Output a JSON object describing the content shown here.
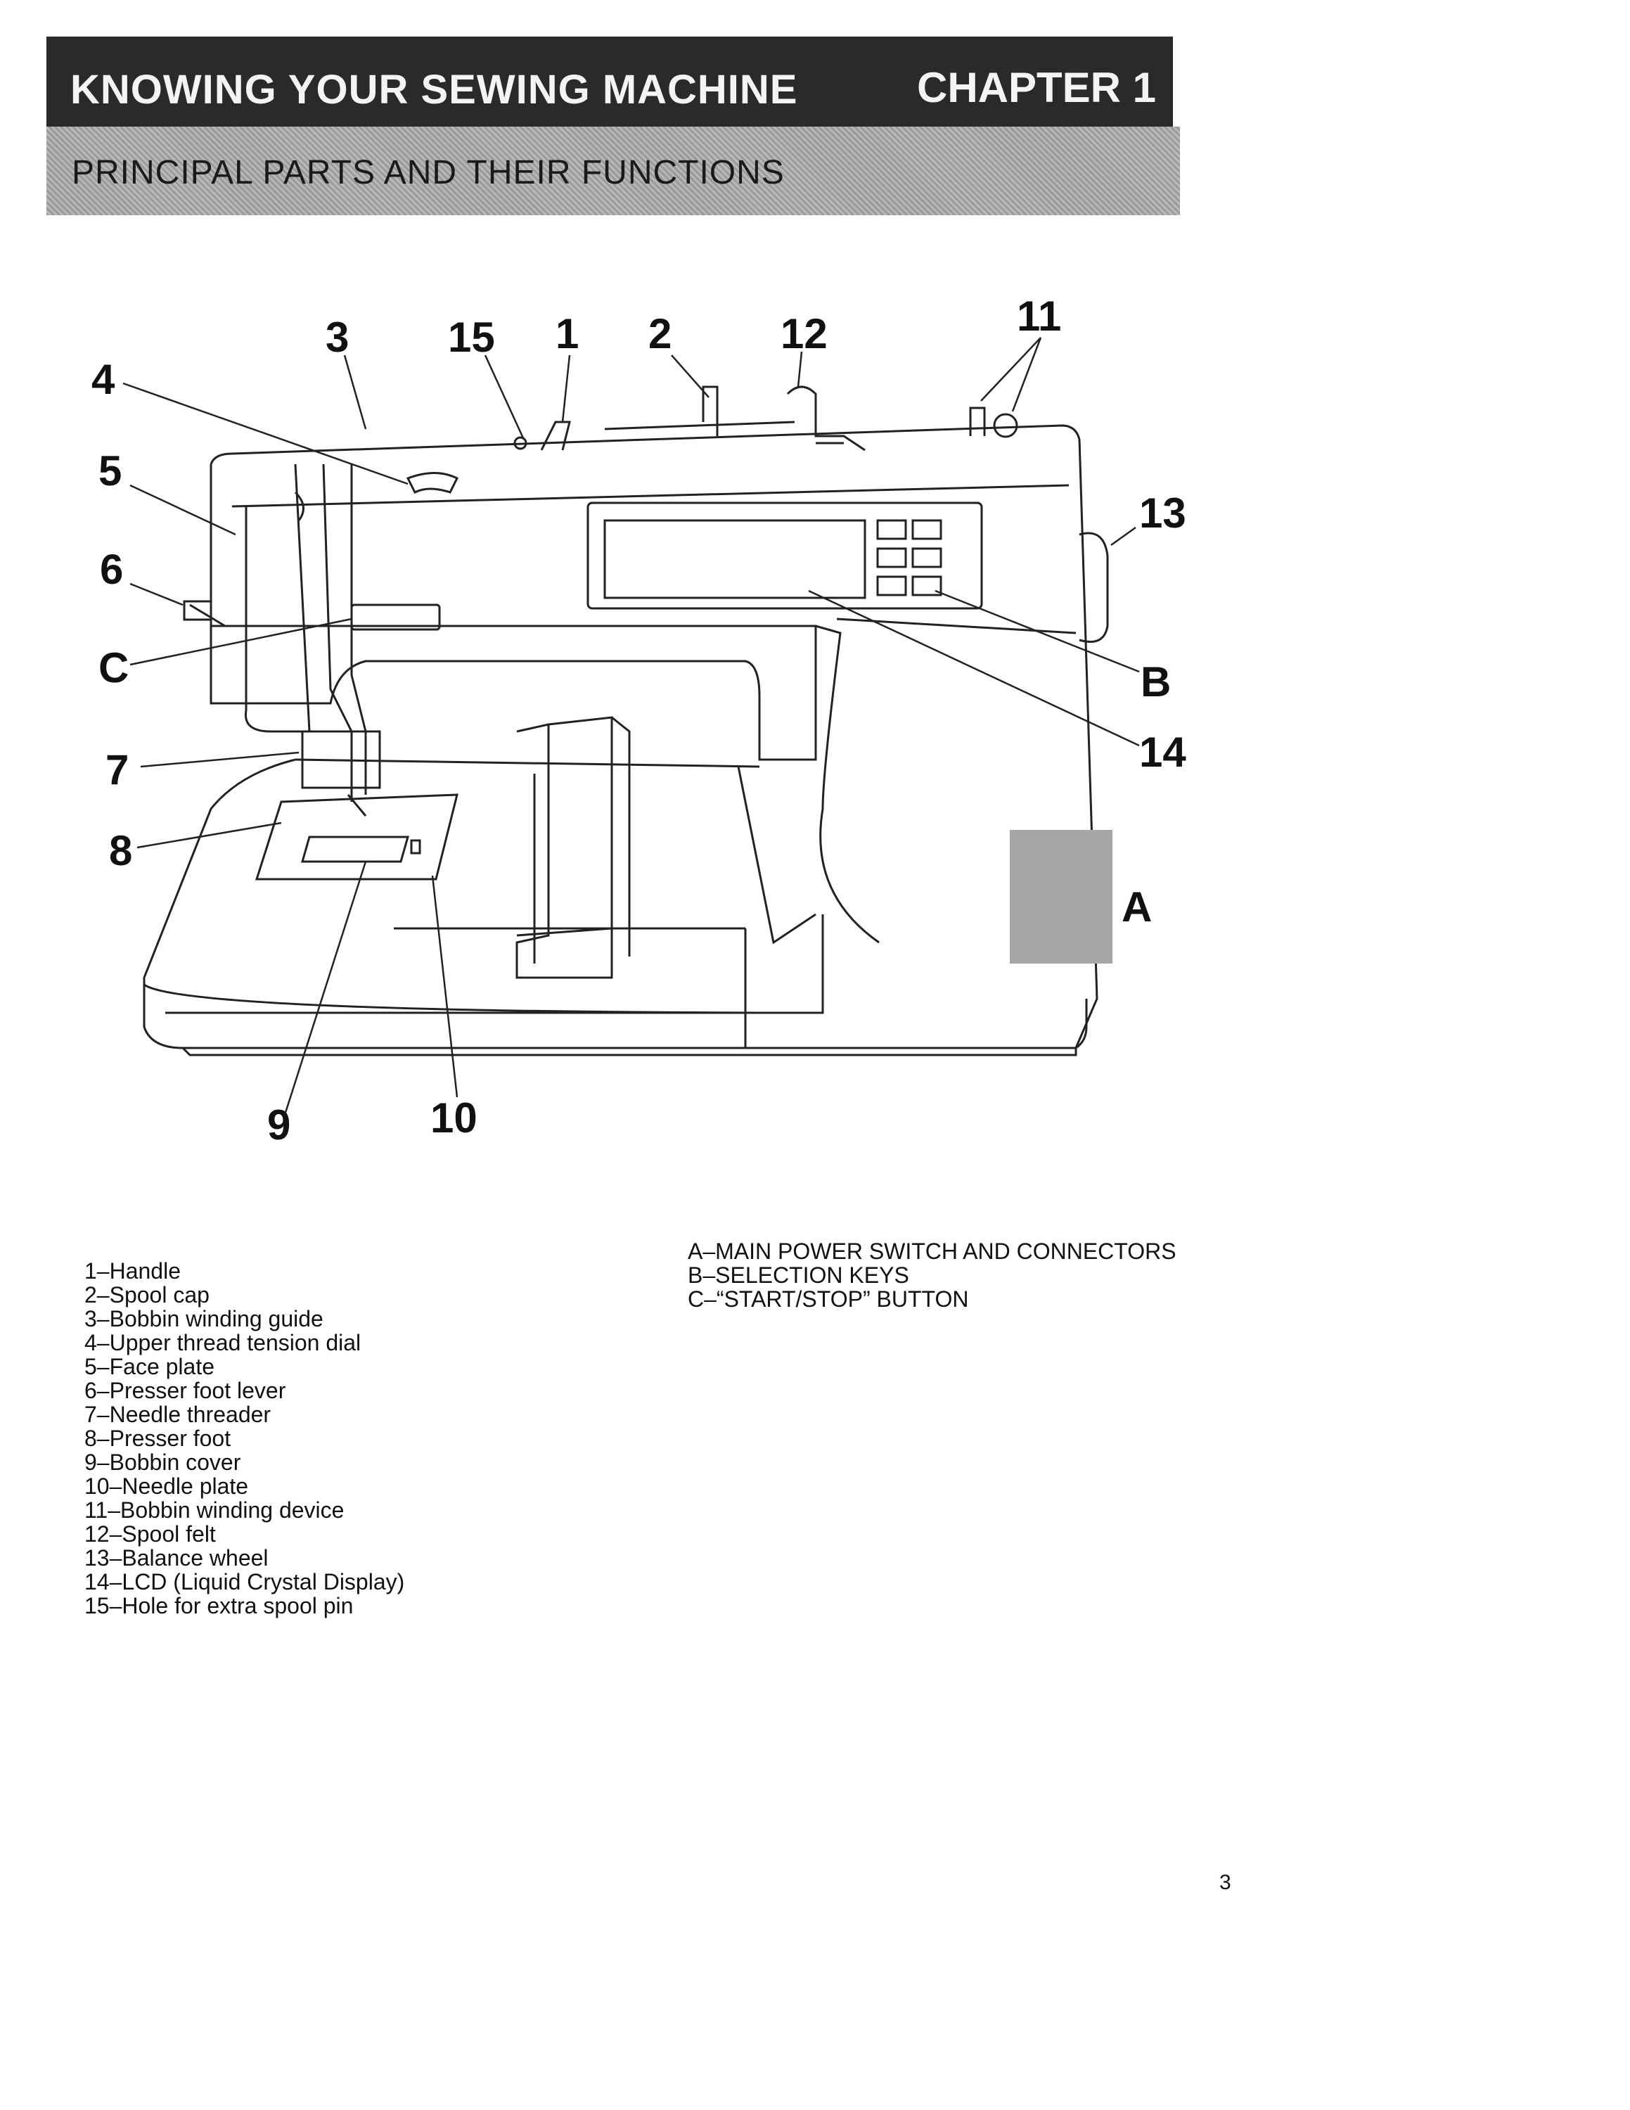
{
  "header": {
    "title": "KNOWING YOUR SEWING MACHINE",
    "chapter": "CHAPTER 1"
  },
  "section": {
    "title": "PRINCIPAL PARTS AND THEIR FUNCTIONS"
  },
  "diagram": {
    "callouts": [
      "3",
      "15",
      "1",
      "2",
      "12",
      "11",
      "4",
      "5",
      "13",
      "6",
      "C",
      "B",
      "7",
      "14",
      "8",
      "A",
      "9",
      "10"
    ]
  },
  "parts": [
    "1–Handle",
    "2–Spool cap",
    "3–Bobbin winding guide",
    "4–Upper thread tension dial",
    "5–Face plate",
    "6–Presser foot lever",
    "7–Needle threader",
    "8–Presser foot",
    "9–Bobbin cover",
    "10–Needle plate",
    "11–Bobbin winding device",
    "12–Spool felt",
    "13–Balance wheel",
    "14–LCD (Liquid Crystal Display)",
    "15–Hole for extra spool pin"
  ],
  "keys": [
    "A–MAIN POWER SWITCH AND CONNECTORS",
    "B–SELECTION KEYS",
    "C–“START/STOP” BUTTON"
  ],
  "page_number": "3"
}
